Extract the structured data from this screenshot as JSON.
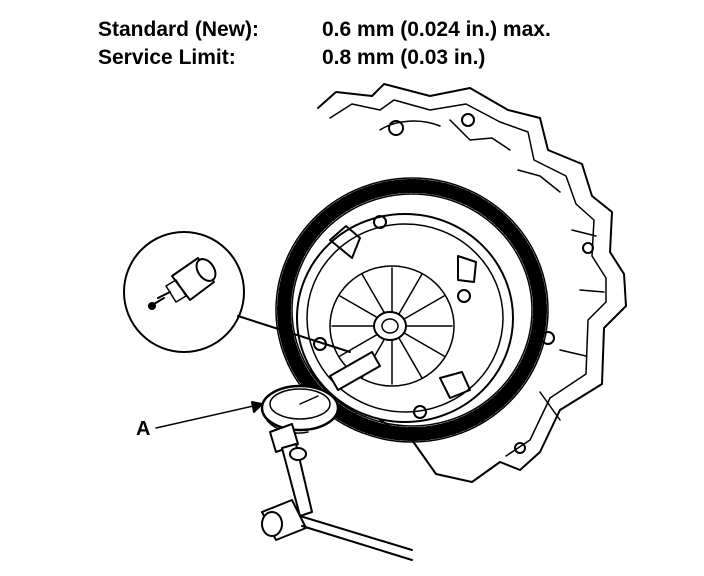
{
  "specs": [
    {
      "label": "Standard (New):",
      "value": "0.6 mm (0.024 in.) max."
    },
    {
      "label": "Service Limit:",
      "value": "0.8 mm (0.03 in.)"
    }
  ],
  "callout": {
    "label": "A"
  },
  "colors": {
    "ink": "#000000",
    "paper": "#ffffff"
  }
}
